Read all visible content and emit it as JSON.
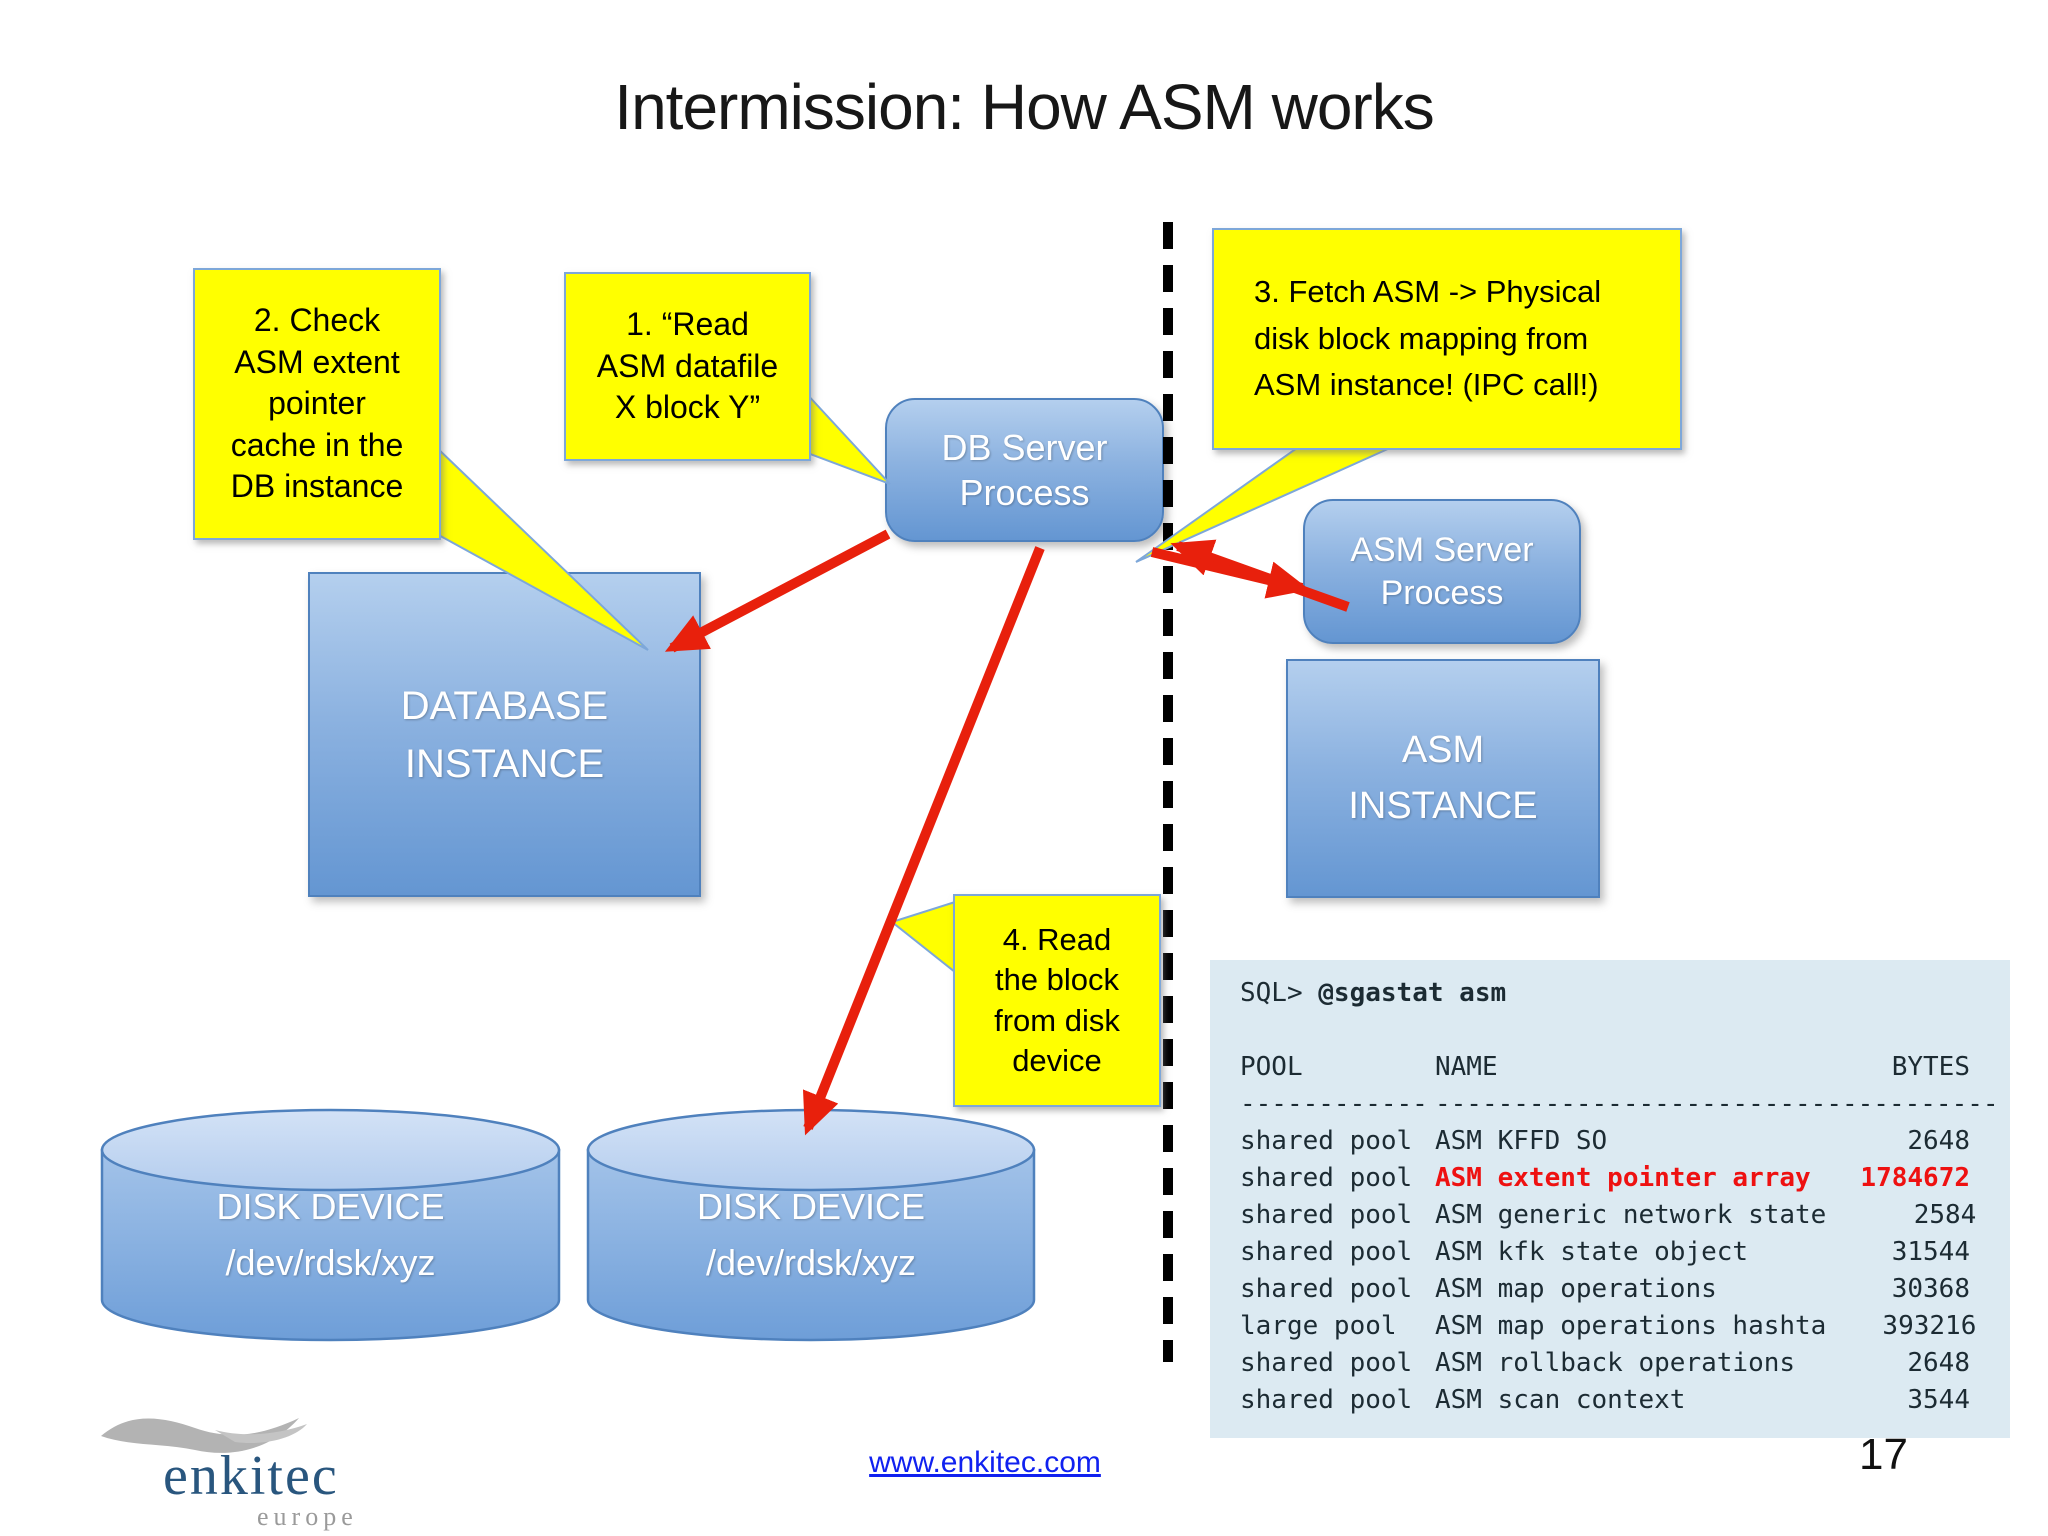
{
  "slide": {
    "title": "Intermission: How ASM works",
    "page_number": "17",
    "footer_link": "www.enkitec.com",
    "logo": {
      "brand": "enkitec",
      "region": "europe"
    }
  },
  "callouts": {
    "c1": "1. “Read\nASM datafile\nX block Y”",
    "c2": "2. Check\nASM extent\npointer\ncache in the\nDB instance",
    "c3": "3. Fetch ASM -> Physical\ndisk block mapping from\nASM instance! (IPC call!)",
    "c4": "4. Read\nthe block\nfrom disk\ndevice"
  },
  "nodes": {
    "db_server": "DB Server\nProcess",
    "asm_server": "ASM Server\nProcess",
    "db_instance": "DATABASE\nINSTANCE",
    "asm_instance": "ASM\nINSTANCE",
    "disk1": "DISK DEVICE\n/dev/rdsk/xyz",
    "disk2": "DISK DEVICE\n/dev/rdsk/xyz"
  },
  "terminal": {
    "prompt": "SQL> ",
    "command": "@sgastat asm",
    "columns": {
      "pool": "POOL",
      "name": "NAME",
      "bytes": "BYTES"
    },
    "separators": {
      "pool": "------------",
      "name": "--------------------------",
      "bytes": "----------"
    },
    "rows": [
      {
        "pool": "shared pool",
        "name": "ASM KFFD SO",
        "bytes": "2648",
        "highlight": false
      },
      {
        "pool": "shared pool",
        "name": "ASM extent pointer array",
        "bytes": "1784672",
        "highlight": true
      },
      {
        "pool": "shared pool",
        "name": "ASM generic network state",
        "bytes": "2584",
        "highlight": false
      },
      {
        "pool": "shared pool",
        "name": "ASM kfk state object",
        "bytes": "31544",
        "highlight": false
      },
      {
        "pool": "shared pool",
        "name": "ASM map operations",
        "bytes": "30368",
        "highlight": false
      },
      {
        "pool": "large pool",
        "name": "ASM map operations hashta",
        "bytes": "393216",
        "highlight": false
      },
      {
        "pool": "shared pool",
        "name": "ASM rollback operations",
        "bytes": "2648",
        "highlight": false
      },
      {
        "pool": "shared pool",
        "name": "ASM scan context",
        "bytes": "3544",
        "highlight": false
      }
    ]
  },
  "colors": {
    "callout_fill": "#ffff00",
    "callout_border": "#7da7d9",
    "arrow_red": "#e8200c",
    "node_border": "#4f81bd",
    "terminal_bg": "#dceaf2",
    "highlight_red": "#ee1111",
    "link_blue": "#1021f0"
  }
}
